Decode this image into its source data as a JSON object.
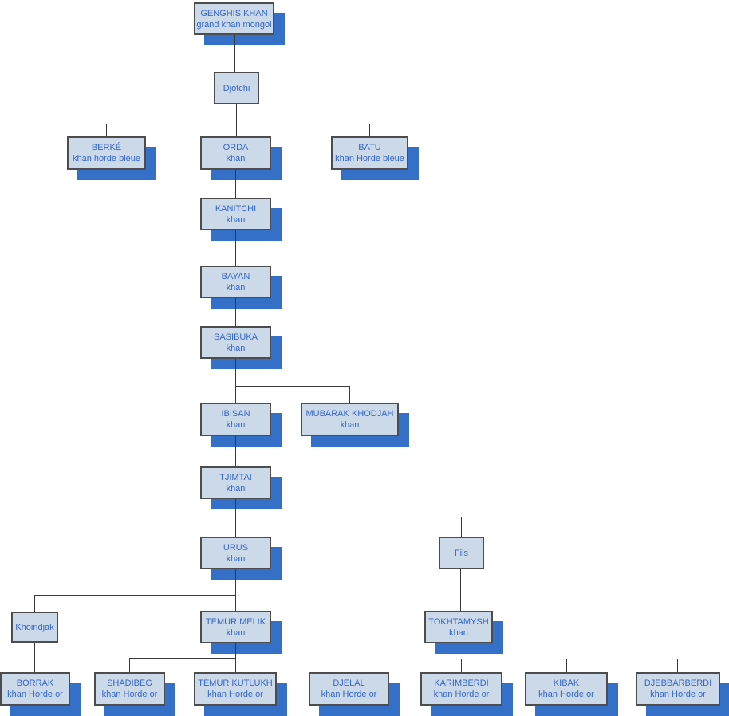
{
  "diagram": {
    "type": "family-tree",
    "colors": {
      "background": "#ffffff",
      "node_fill": "#ccd9e8",
      "node_border": "#4d4d4d",
      "node_text": "#3366cc",
      "shadow": "#3470c8",
      "line": "#383838"
    },
    "nodes": [
      {
        "id": "genghis-khan",
        "name": "GENGHIS KHAN",
        "subtitle": "grand khan mongol",
        "shadow": true
      },
      {
        "id": "djotchi",
        "name": "Djotchi",
        "subtitle": "",
        "shadow": false
      },
      {
        "id": "berke",
        "name": "BERKÉ",
        "subtitle": "khan horde bleue",
        "shadow": true
      },
      {
        "id": "orda",
        "name": "ORDA",
        "subtitle": "khan",
        "shadow": true
      },
      {
        "id": "batu",
        "name": "BATU",
        "subtitle": "khan Horde bleue",
        "shadow": true
      },
      {
        "id": "kanitchi",
        "name": "KANITCHI",
        "subtitle": "khan",
        "shadow": true
      },
      {
        "id": "bayan",
        "name": "BAYAN",
        "subtitle": "khan",
        "shadow": true
      },
      {
        "id": "sasibuka",
        "name": "SASIBUKA",
        "subtitle": "khan",
        "shadow": true
      },
      {
        "id": "ibisan",
        "name": "IBISAN",
        "subtitle": "khan",
        "shadow": true
      },
      {
        "id": "mubarak-khodjah",
        "name": "MUBARAK KHODJAH",
        "subtitle": "khan",
        "shadow": true
      },
      {
        "id": "tjimtai",
        "name": "TJIMTAI",
        "subtitle": "khan",
        "shadow": true
      },
      {
        "id": "urus",
        "name": "URUS",
        "subtitle": "khan",
        "shadow": true
      },
      {
        "id": "fils",
        "name": "Fils",
        "subtitle": "",
        "shadow": false
      },
      {
        "id": "khoiridjak",
        "name": "Khoiridjak",
        "subtitle": "",
        "shadow": false
      },
      {
        "id": "temur-melik",
        "name": "TEMUR MELIK",
        "subtitle": "khan",
        "shadow": true
      },
      {
        "id": "tokhtamysh",
        "name": "TOKHTAMYSH",
        "subtitle": "khan",
        "shadow": true
      },
      {
        "id": "borrak",
        "name": "BORRAK",
        "subtitle": "khan Horde or",
        "shadow": true
      },
      {
        "id": "shadibeg",
        "name": "SHADIBEG",
        "subtitle": "khan Horde or",
        "shadow": true
      },
      {
        "id": "temur-kutlukh",
        "name": "TEMUR KUTLUKH",
        "subtitle": "khan Horde or",
        "shadow": true
      },
      {
        "id": "djelal",
        "name": "DJELAL",
        "subtitle": "khan Horde or",
        "shadow": true
      },
      {
        "id": "karimberdi",
        "name": "KARIMBERDI",
        "subtitle": "khan Horde or",
        "shadow": true
      },
      {
        "id": "kibak",
        "name": "KIBAK",
        "subtitle": "khan Horde or",
        "shadow": true
      },
      {
        "id": "djebbarberdi",
        "name": "DJEBBARBERDI",
        "subtitle": "khan Horde or",
        "shadow": true
      }
    ],
    "edges": [
      [
        "genghis-khan",
        "djotchi"
      ],
      [
        "djotchi",
        "berke"
      ],
      [
        "djotchi",
        "orda"
      ],
      [
        "djotchi",
        "batu"
      ],
      [
        "orda",
        "kanitchi"
      ],
      [
        "kanitchi",
        "bayan"
      ],
      [
        "bayan",
        "sasibuka"
      ],
      [
        "sasibuka",
        "ibisan"
      ],
      [
        "sasibuka",
        "mubarak-khodjah"
      ],
      [
        "ibisan",
        "tjimtai"
      ],
      [
        "tjimtai",
        "urus"
      ],
      [
        "tjimtai",
        "fils"
      ],
      [
        "urus",
        "khoiridjak"
      ],
      [
        "urus",
        "temur-melik"
      ],
      [
        "fils",
        "tokhtamysh"
      ],
      [
        "khoiridjak",
        "borrak"
      ],
      [
        "temur-melik",
        "shadibeg"
      ],
      [
        "temur-melik",
        "temur-kutlukh"
      ],
      [
        "tokhtamysh",
        "djelal"
      ],
      [
        "tokhtamysh",
        "karimberdi"
      ],
      [
        "tokhtamysh",
        "kibak"
      ],
      [
        "tokhtamysh",
        "djebbarberdi"
      ]
    ]
  }
}
